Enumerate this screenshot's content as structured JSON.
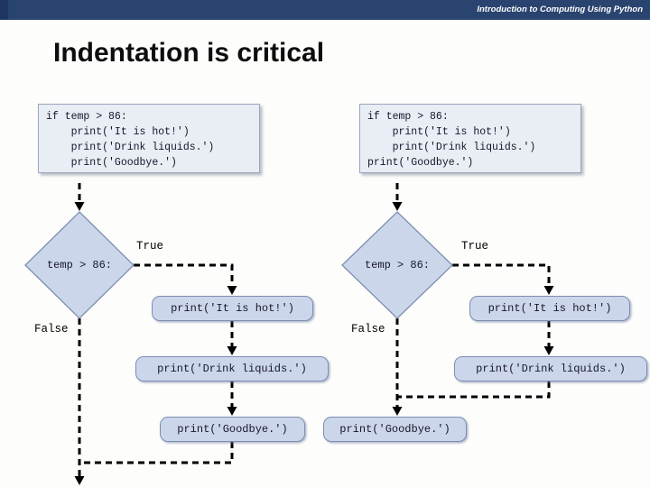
{
  "header": {
    "course_title": "Introduction to Computing Using Python"
  },
  "slide": {
    "title": "Indentation is critical"
  },
  "colors": {
    "header_bg": "#2a4470",
    "shape_fill": "#ccd6ea",
    "shape_border": "#7d8eb2",
    "code_box_bg": "#e9edf4",
    "code_box_border": "#9aa6bb",
    "connector": "#000000"
  },
  "code_boxes": [
    {
      "name": "all-indented",
      "lines": [
        "if temp > 86:",
        "    print('It is hot!')",
        "    print('Drink liquids.')",
        "    print('Goodbye.')"
      ]
    },
    {
      "name": "last-line-unindented",
      "lines": [
        "if temp > 86:",
        "    print('It is hot!')",
        "    print('Drink liquids.')",
        "print('Goodbye.')"
      ]
    }
  ],
  "flowcharts": [
    {
      "condition": "temp > 86:",
      "true_label": "True",
      "false_label": "False",
      "boxes": [
        "print('It is hot!')",
        "print('Drink liquids.')",
        "print('Goodbye.')"
      ]
    },
    {
      "condition": "temp > 86:",
      "true_label": "True",
      "false_label": "False",
      "boxes": [
        "print('It is hot!')",
        "print('Drink liquids.')",
        "print('Goodbye.')"
      ]
    }
  ]
}
